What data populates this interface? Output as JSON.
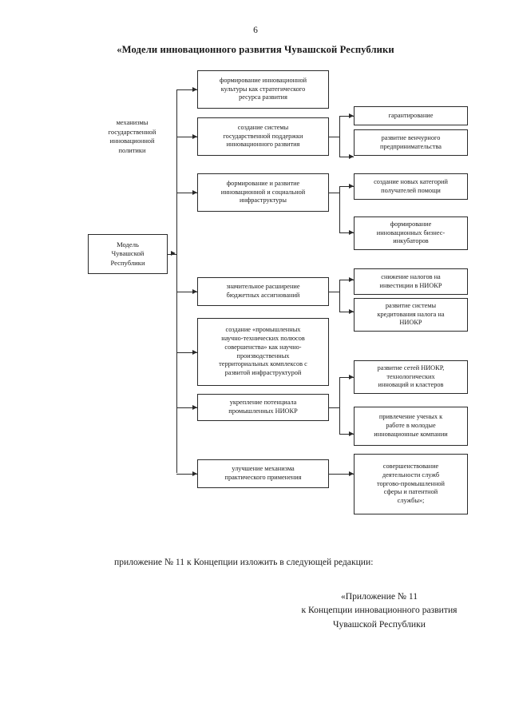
{
  "document": {
    "page_number": "6",
    "title": "«Модели инновационного развития Чувашской Республики"
  },
  "diagram": {
    "root": {
      "label": "Модель\nЧувашской\nРеспублики"
    },
    "side_label": {
      "text": "механизмы\nгосударственной\nинновационной\nполитики"
    },
    "branches": [
      {
        "label": "формирование инновационной\nкультуры как стратегического\nресурса развития"
      },
      {
        "label": "создание системы\nгосударственной поддержки\nинновационного развития"
      },
      {
        "label": "формирование и развитие\nинновационной и социальной\nинфраструктуры"
      },
      {
        "label": "значительное расширение\nбюджетных ассигнований"
      },
      {
        "label": "создание «промышленных\nнаучно-технических полюсов\nсовершенства» как научно-\nпроизводственных\nтерриториальных комплексов с\nразвитой инфраструктурой"
      },
      {
        "label": "укрепление потенциала\nпромышленных НИОКР"
      },
      {
        "label": "улучшение механизма\nпрактического применения"
      }
    ],
    "outcomes": [
      {
        "label": "гарантирование"
      },
      {
        "label": "развитие венчурного\nпредпринимательства"
      },
      {
        "label": "создание новых категорий\nполучателей помощи"
      },
      {
        "label": "формирование\nинновационных бизнес-\nинкубаторов"
      },
      {
        "label": "снижение налогов на\nинвестиции в НИОКР"
      },
      {
        "label": "развитие системы\nкредитования налога на\nНИОКР"
      },
      {
        "label": "развитие сетей НИОКР,\nтехнологических\nинноваций и кластеров"
      },
      {
        "label": "привлечение ученых к\nработе в молодые\nинновационные компании"
      },
      {
        "label": "совершенствование\nдеятельности служб\nторгово-промышленной\nсферы и патентной\nслужбы»;"
      }
    ]
  },
  "footer": {
    "instruction": "приложение № 11 к Концепции изложить в следующей редакции:",
    "appendix": "«Приложение № 11\nк Концепции инновационного развития\nЧувашской Республики"
  }
}
